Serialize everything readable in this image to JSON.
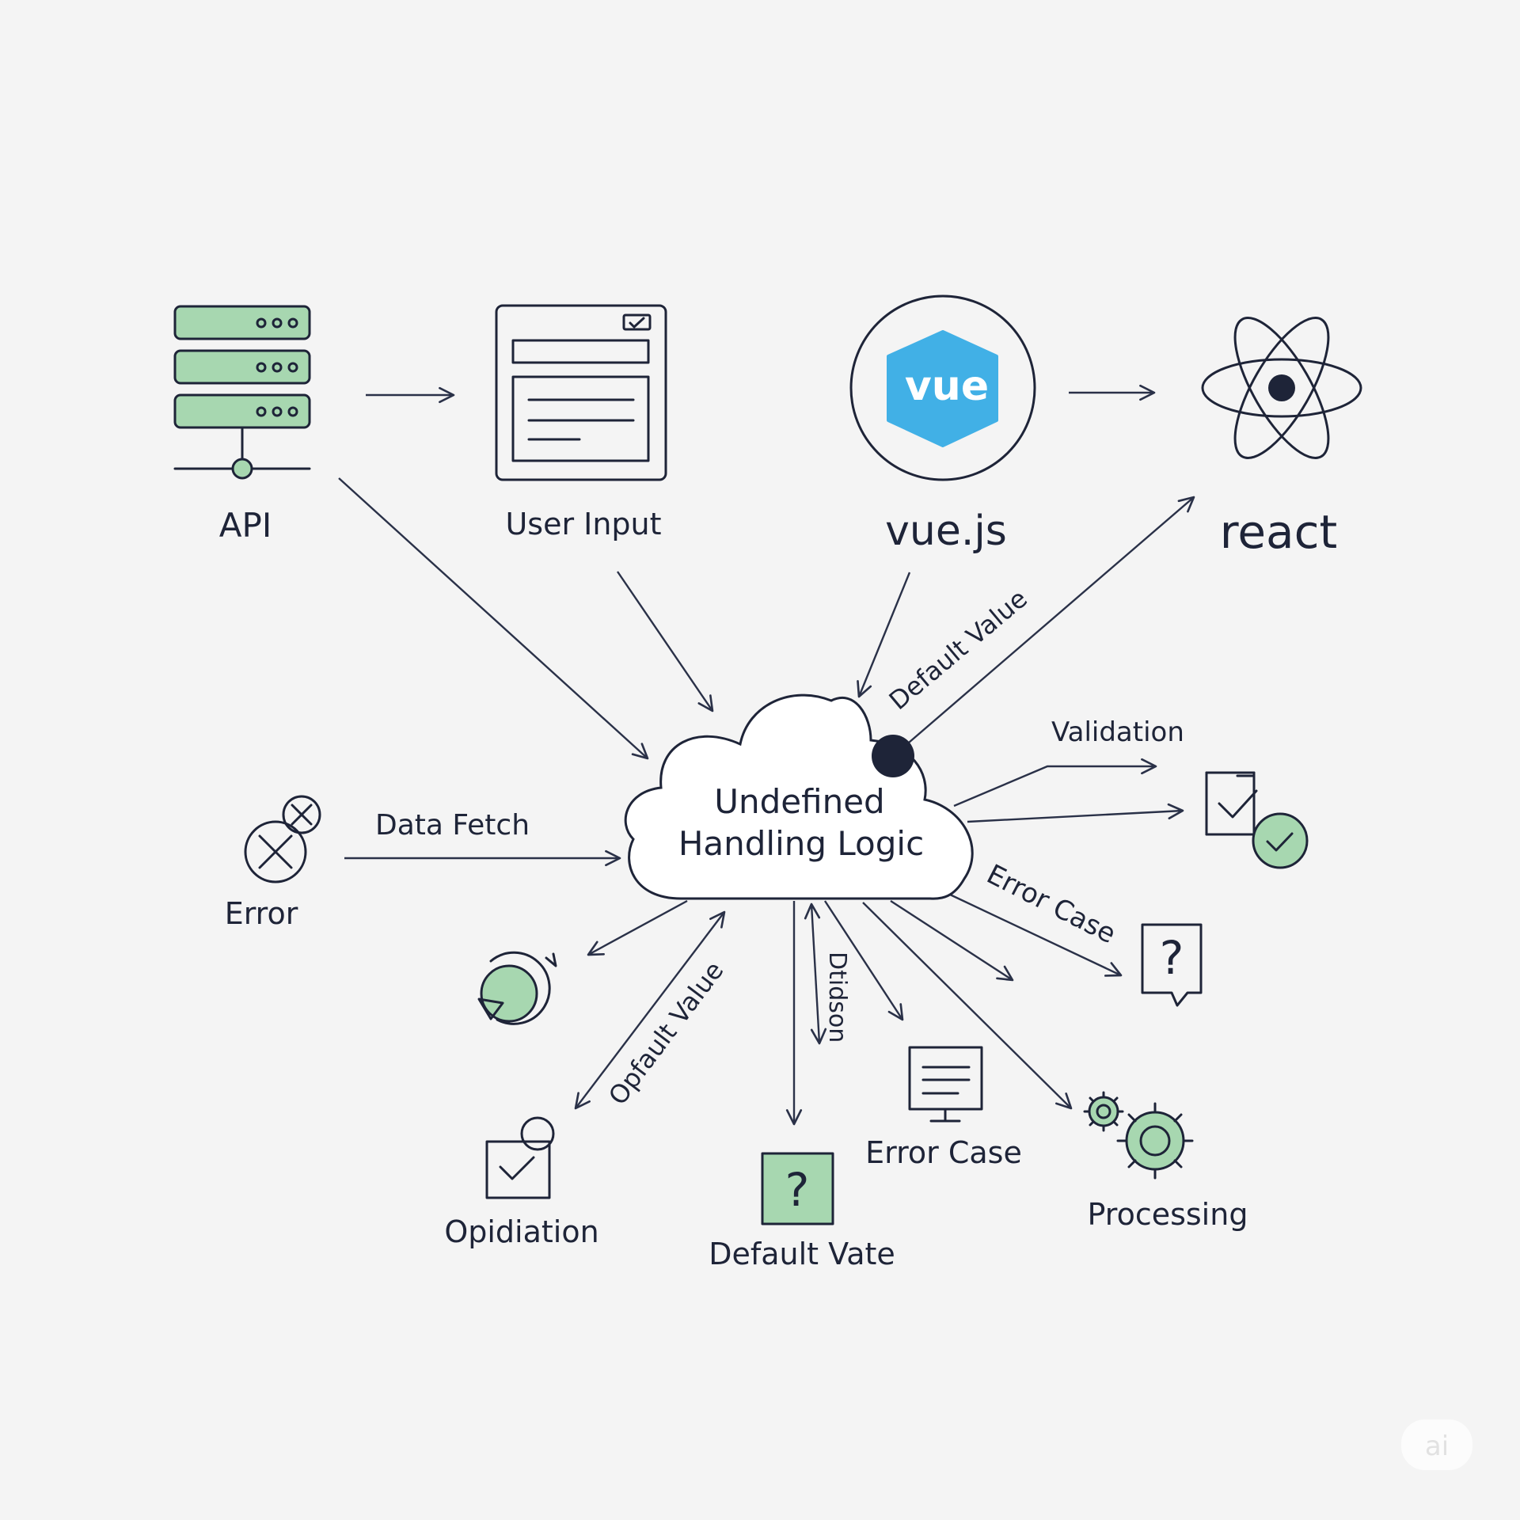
{
  "nodes": {
    "api": "API",
    "user_input": "User Input",
    "vue": "vue.js",
    "vue_logo": "vue",
    "react": "react",
    "center": [
      "Undefined",
      "Handling Logic"
    ],
    "error": "Error",
    "opidiation": "Opidiation",
    "default_vate": "Default Vate",
    "error_case_monitor": "Error Case",
    "processing": "Processing"
  },
  "edge_labels": {
    "default_value_top": "Default Value",
    "validation": "Validation",
    "data_fetch": "Data Fetch",
    "error_case_right": "Error Case",
    "opfault_value": "Opfault Value",
    "dtidson": "Dtidson"
  },
  "watermark": "ai",
  "colors": {
    "background": "#f4f4f4",
    "ink": "#1e2438",
    "green": "#a7d7b0",
    "vue_blue": "#41b0e6"
  }
}
